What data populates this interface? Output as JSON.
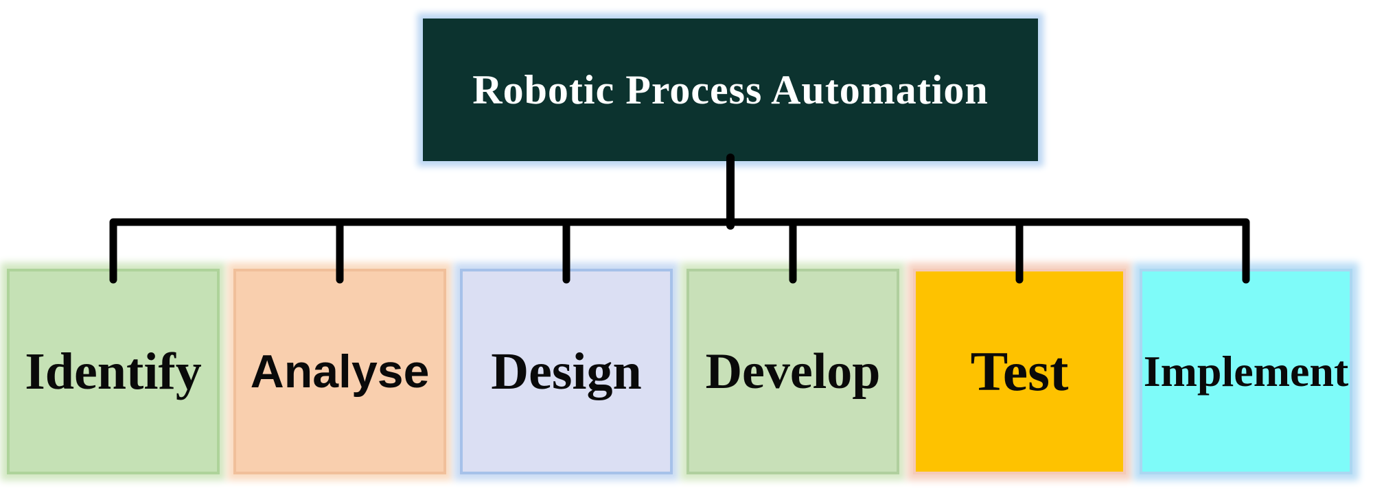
{
  "root_node": {
    "label": "Robotic Process Automation",
    "fill": "#0c332f",
    "text_color": "#ffffff",
    "glow": "#bdd7f3"
  },
  "stages": [
    {
      "label": "Identify",
      "fill": "#c5e1b5",
      "border": "#aed39a",
      "glow": "#d3e8c3"
    },
    {
      "label": "Analyse",
      "fill": "#f9cfae",
      "border": "#f0bf9a",
      "glow": "#fadcc2"
    },
    {
      "label": "Design",
      "fill": "#dbdff3",
      "border": "#a6c1e9",
      "glow": "#cadcf4"
    },
    {
      "label": "Develop",
      "fill": "#c8e0b8",
      "border": "#b0cf9e",
      "glow": "#d6e9c6"
    },
    {
      "label": "Test",
      "fill": "#fec200",
      "border": "#f5cab8",
      "glow": "#f6d2c2"
    },
    {
      "label": "Implement",
      "fill": "#7efbf9",
      "border": "#abd7f1",
      "glow": "#bbdef6"
    }
  ],
  "connector_color": "#000000"
}
